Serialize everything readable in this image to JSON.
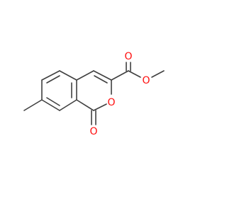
{
  "molecule": {
    "atoms": [
      {
        "id": "O_ring",
        "label": "O",
        "color": "#ff0d0d"
      },
      {
        "id": "O_lactone_carbonyl",
        "label": "O",
        "color": "#ff0d0d"
      },
      {
        "id": "O_ester_carbonyl",
        "label": "O",
        "color": "#ff0d0d"
      },
      {
        "id": "O_ester_single",
        "label": "O",
        "color": "#ff0d0d"
      }
    ],
    "bond_color": "#404040"
  }
}
